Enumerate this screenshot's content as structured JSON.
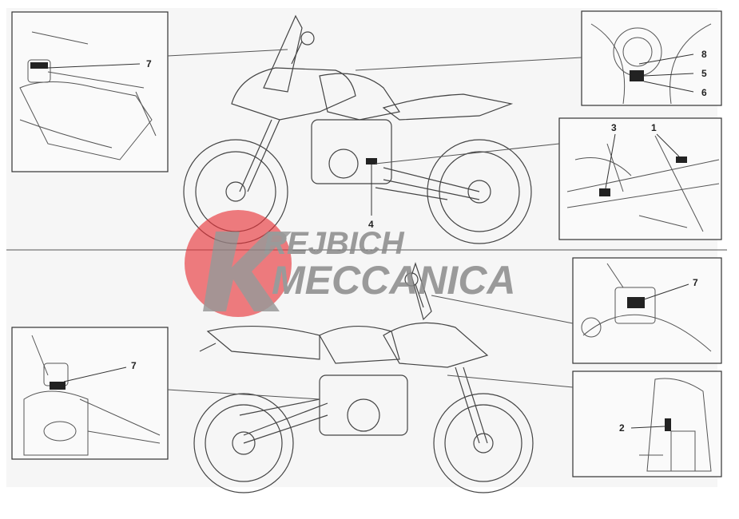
{
  "watermark": {
    "line1": "REJBICH",
    "line2": "MECCANICA",
    "disc_color": "#e8343a",
    "text_color": "#8a8a8a"
  },
  "callouts": {
    "top_left_detail": "7",
    "top_right_detail_a": "8",
    "top_right_detail_b": "5",
    "top_right_detail_c": "6",
    "mid_right_detail_a": "3",
    "mid_right_detail_b": "1",
    "top_bike_marker": "4",
    "bottom_right_upper": "7",
    "bottom_left_detail": "7",
    "bottom_right_lower": "2"
  },
  "colors": {
    "line": "#444444",
    "frame": "#333333",
    "fill": "#f2f2f2"
  }
}
